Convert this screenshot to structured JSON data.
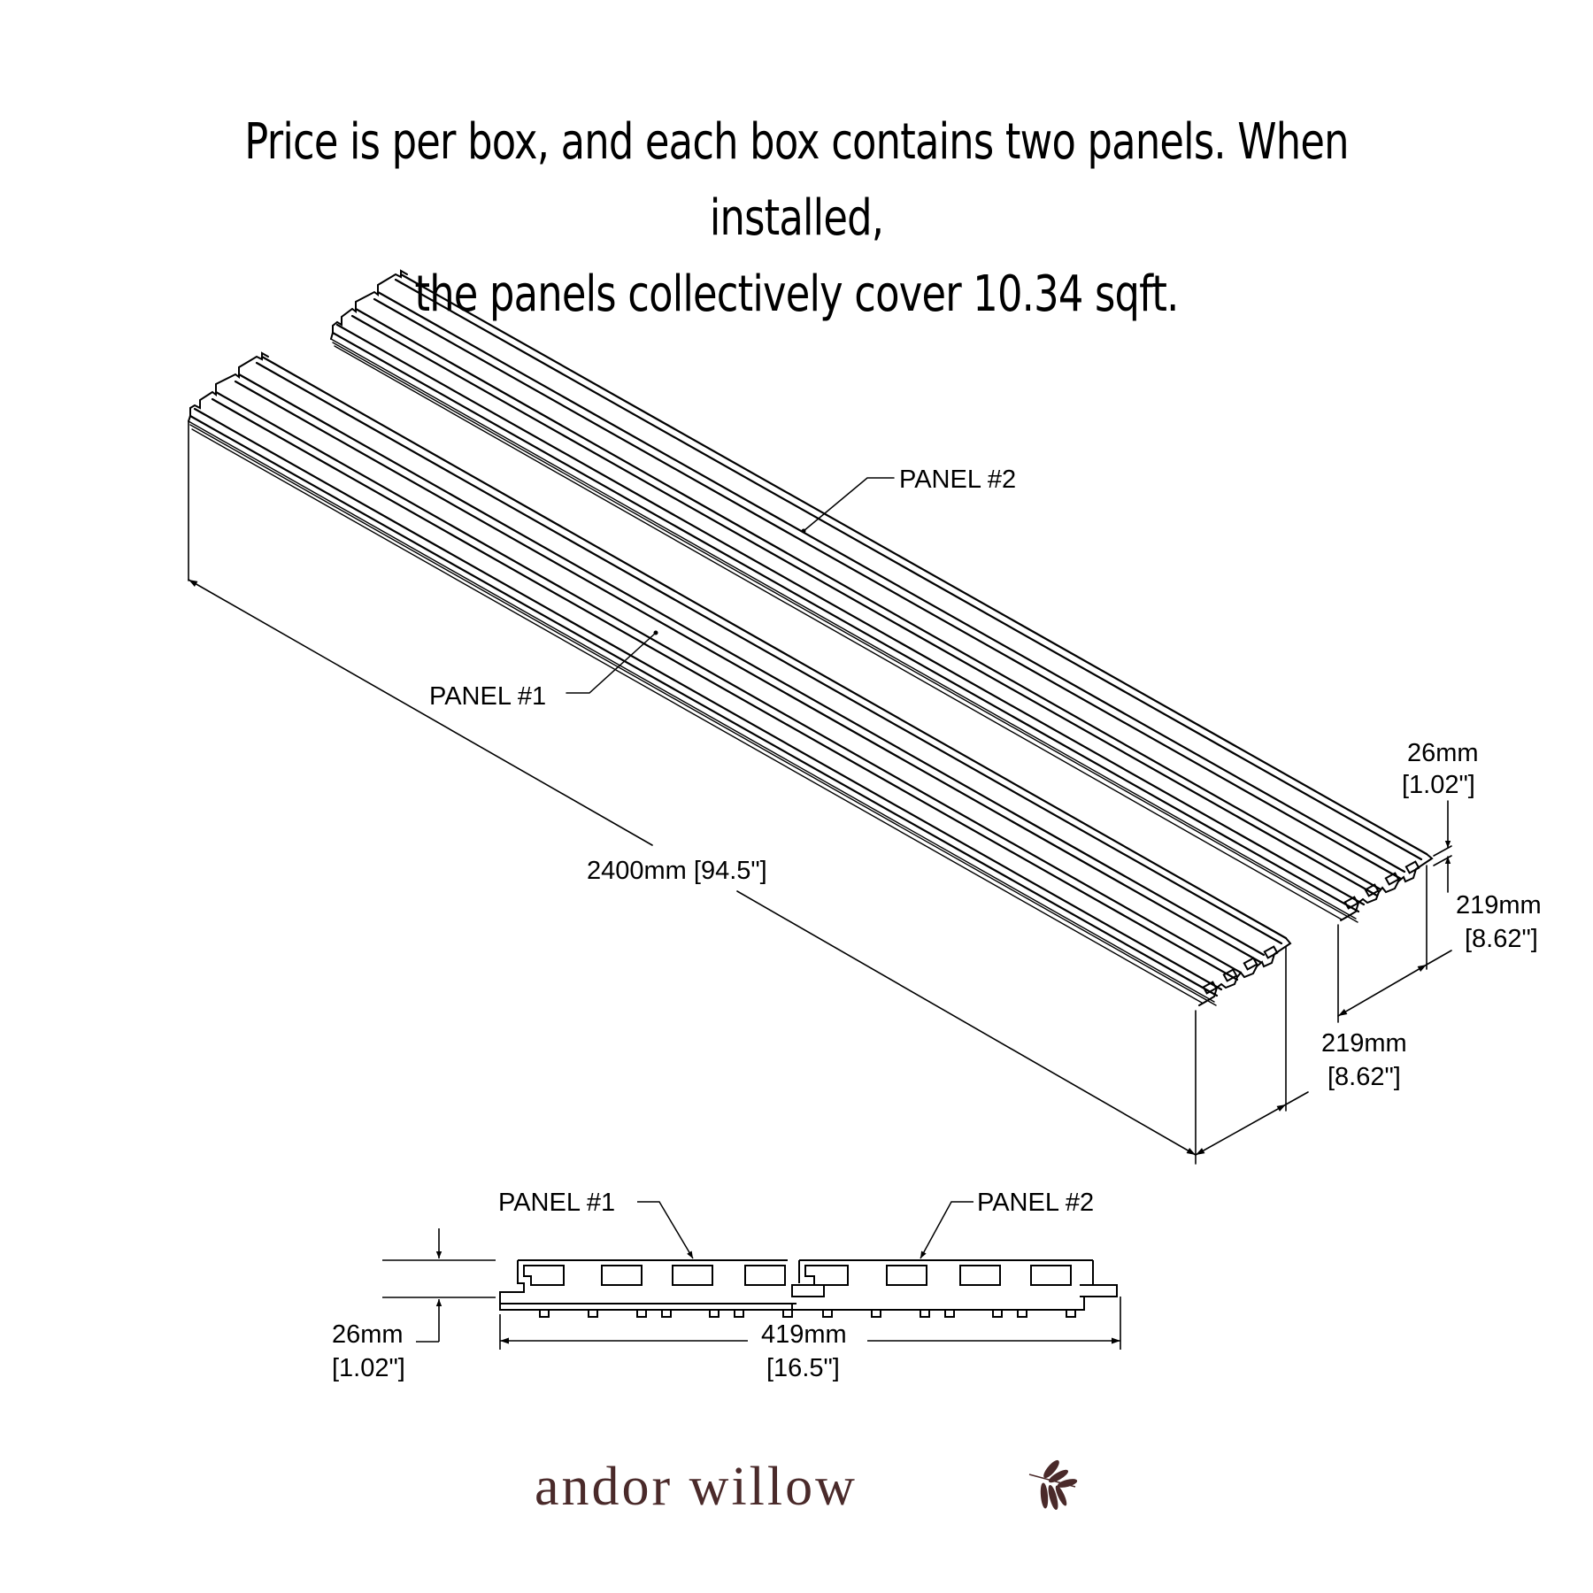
{
  "headline": {
    "line1": "Price is per box, and each box contains two panels. When installed,",
    "line2": "the panels collectively cover 10.34 sqft."
  },
  "isometric_view": {
    "callouts": {
      "panel1": "PANEL #1",
      "panel2": "PANEL #2"
    },
    "dimensions": {
      "length": "2400mm [94.5\"]",
      "thickness_mm": "26mm",
      "thickness_in": "[1.02\"]",
      "height_mm": "219mm",
      "height_in": "[8.62\"]",
      "width_mm": "219mm",
      "width_in": "[8.62\"]"
    }
  },
  "section_view": {
    "callouts": {
      "panel1": "PANEL #1",
      "panel2": "PANEL #2"
    },
    "dimensions": {
      "thickness_mm": "26mm",
      "thickness_in": "[1.02\"]",
      "total_width_mm": "419mm",
      "total_width_in": "[16.5\"]"
    }
  },
  "brand": {
    "name": "andor willow",
    "icon": "willow-leaf-icon",
    "color": "#4a2a2a"
  }
}
